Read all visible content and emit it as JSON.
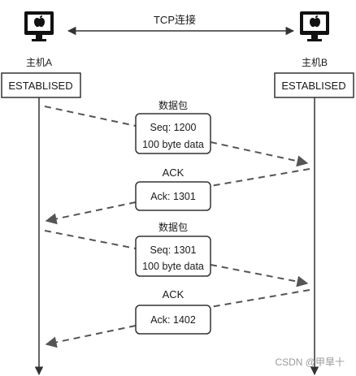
{
  "link_label": "TCP连接",
  "host_a": {
    "name": "主机A",
    "state": "ESTABLISED"
  },
  "host_b": {
    "name": "主机B",
    "state": "ESTABLISED"
  },
  "messages": [
    {
      "caption": "数据包",
      "lines": [
        "Seq: 1200",
        "100 byte data"
      ]
    },
    {
      "caption": "ACK",
      "lines": [
        "Ack: 1301"
      ]
    },
    {
      "caption": "数据包",
      "lines": [
        "Seq: 1301",
        "100 byte data"
      ]
    },
    {
      "caption": "ACK",
      "lines": [
        "Ack: 1402"
      ]
    }
  ],
  "watermark": "CSDN @甲旱十",
  "colors": {
    "line": "#333333",
    "dash": "#555555",
    "box_border": "#333333",
    "text": "#1a1a1a"
  },
  "icons": {
    "host": "computer-monitor-icon"
  }
}
